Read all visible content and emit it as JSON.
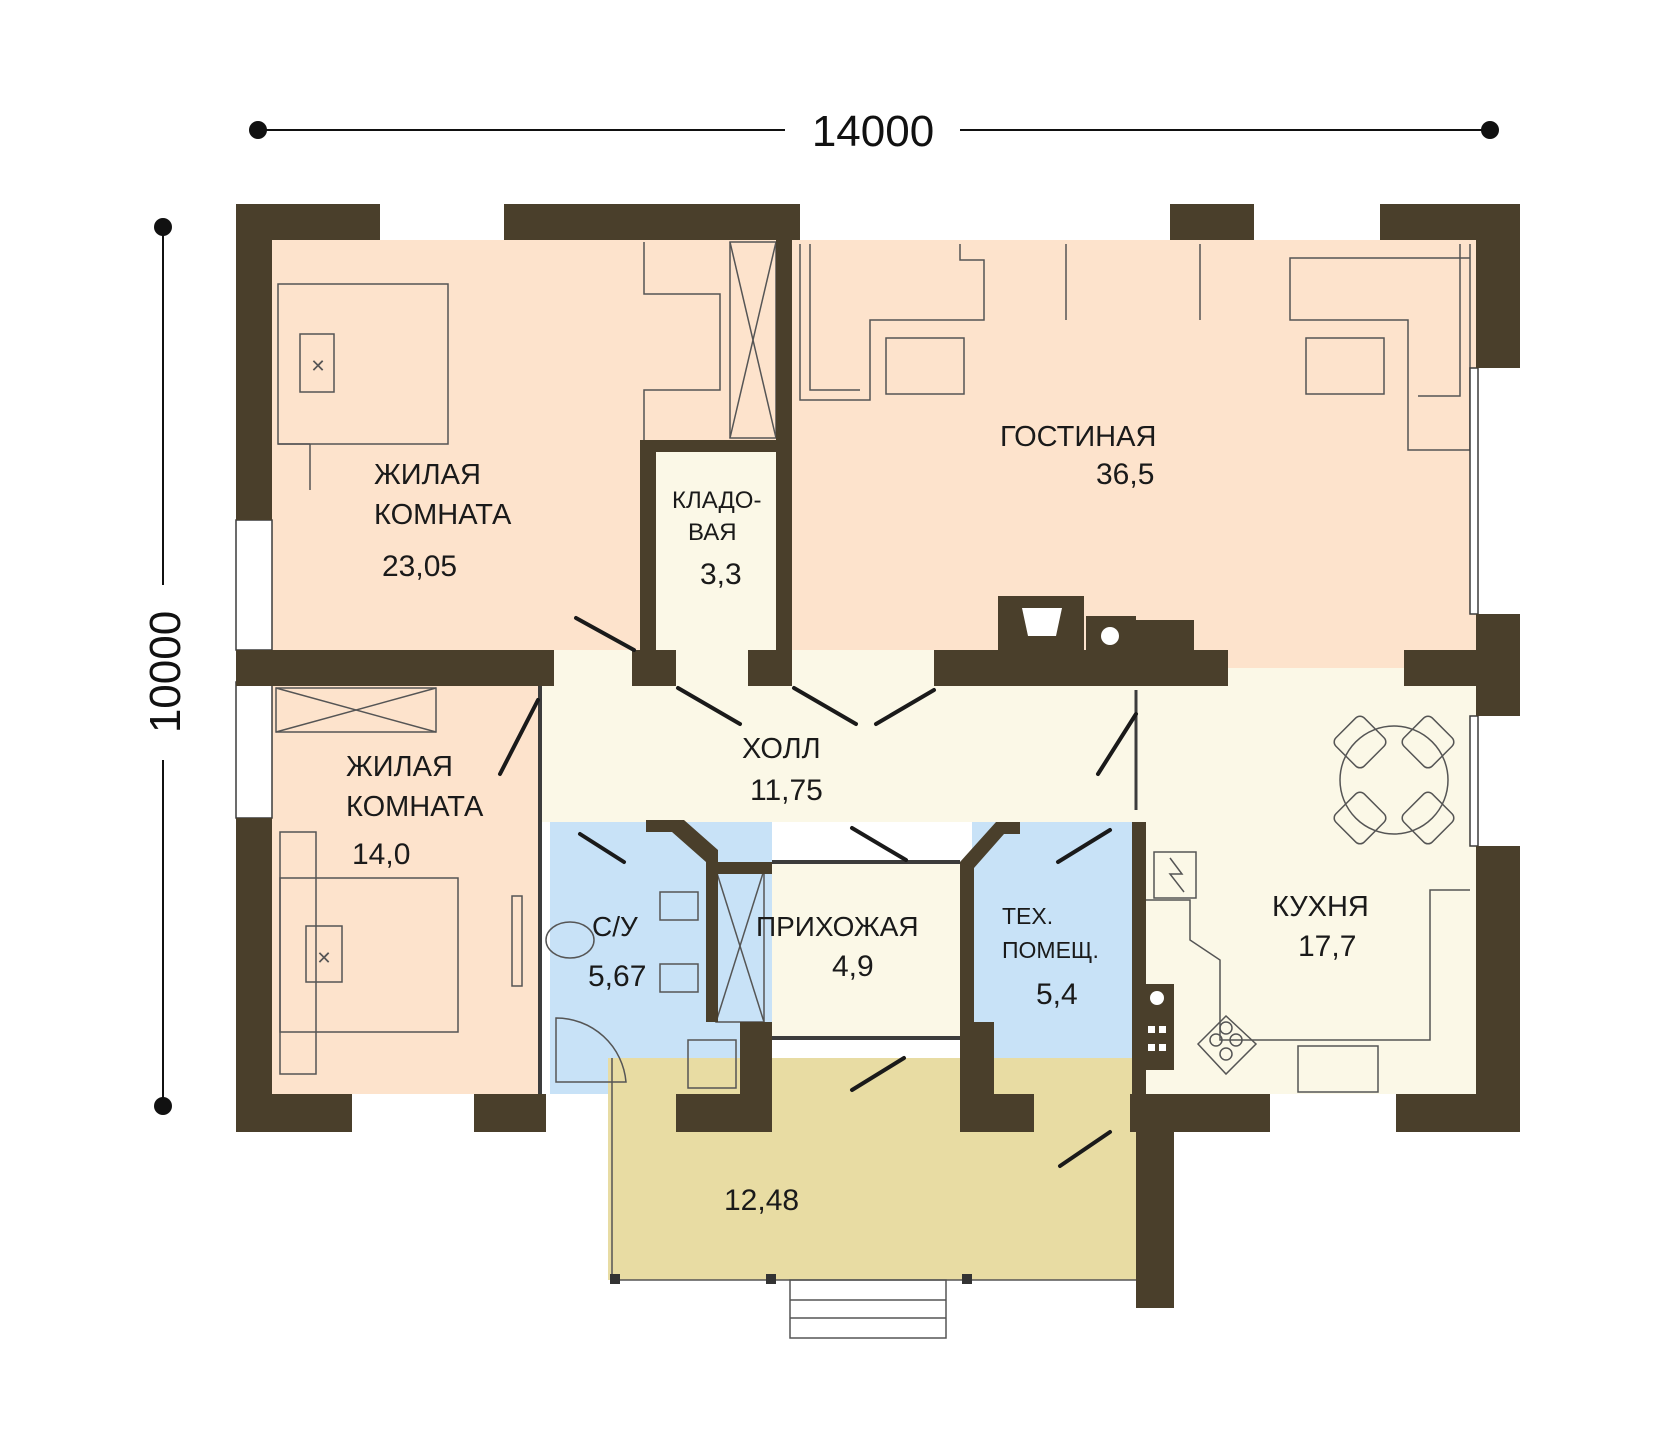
{
  "dimensions": {
    "width": "14000",
    "height": "10000"
  },
  "rooms": [
    {
      "id": "living-room-1",
      "name": "ЖИЛАЯ\nКОМНАТА",
      "area": "23,05"
    },
    {
      "id": "pantry",
      "name": "КЛАДО-\nВАЯ",
      "area": "3,3"
    },
    {
      "id": "lounge",
      "name": "ГОСТИНАЯ",
      "area": "36,5"
    },
    {
      "id": "living-room-2",
      "name": "ЖИЛАЯ\nКОМНАТА",
      "area": "14,0"
    },
    {
      "id": "hall",
      "name": "ХОЛЛ",
      "area": "11,75"
    },
    {
      "id": "bathroom",
      "name": "С/У",
      "area": "5,67"
    },
    {
      "id": "entry",
      "name": "ПРИХОЖАЯ",
      "area": "4,9"
    },
    {
      "id": "utility",
      "name": "ТЕХ.\nПОМЕЩ.",
      "area": "5,4"
    },
    {
      "id": "kitchen",
      "name": "КУХНЯ",
      "area": "17,7"
    },
    {
      "id": "terrace",
      "name": "",
      "area": "12,48"
    }
  ],
  "colors": {
    "wall": "#4a3f2b",
    "bedroom": "#fde3cc",
    "lounge": "#fde3cc",
    "hall": "#fbf8e7",
    "wet": "#c8e2f7",
    "terrace": "#e8dca3",
    "outline": "#3c3c3c"
  }
}
